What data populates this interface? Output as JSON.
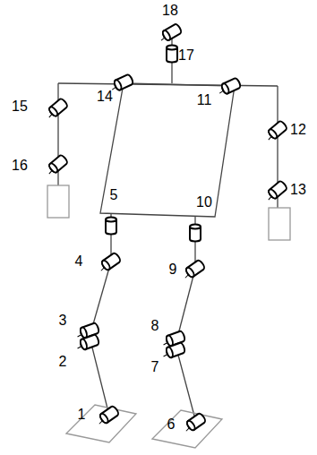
{
  "diagram": {
    "labels": [
      "18",
      "17",
      "14",
      "11",
      "15",
      "12",
      "16",
      "13",
      "5",
      "10",
      "4",
      "9",
      "3",
      "8",
      "2",
      "7",
      "1",
      "6"
    ]
  }
}
